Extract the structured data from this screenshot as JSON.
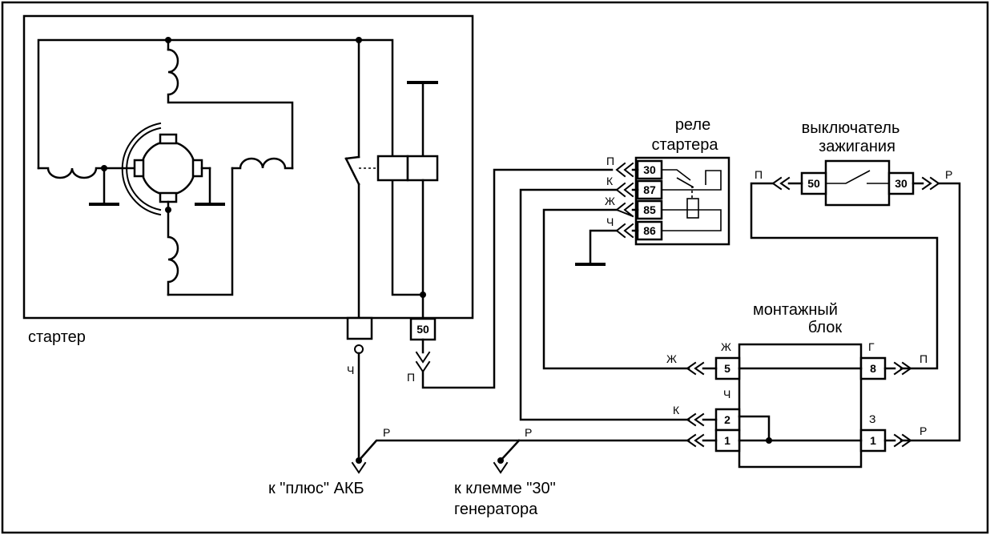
{
  "labels": {
    "starter": "стартер",
    "relay_line1": "реле",
    "relay_line2": "стартера",
    "ignition_line1": "выключатель",
    "ignition_line2": "зажигания",
    "block_line1": "монтажный",
    "block_line2": "блок",
    "battery": "к \"плюс\" АКБ",
    "gen_line1": "к клемме \"30\"",
    "gen_line2": "генератора"
  },
  "pins": {
    "starter_50": "50",
    "relay_30": "30",
    "relay_87": "87",
    "relay_85": "85",
    "relay_86": "86",
    "ign_50": "50",
    "ign_30": "30",
    "block_5": "5",
    "block_2": "2",
    "block_1_left": "1",
    "block_8": "8",
    "block_1_right": "1"
  },
  "wires": {
    "starter_batt": "Ч",
    "starter_50": "П",
    "batt_gen": "Р",
    "gen_block": "Р",
    "relay_30": "П",
    "relay_87": "К",
    "relay_85": "Ж",
    "relay_86": "Ч",
    "ign_left": "П",
    "ign_right": "Р",
    "block_in_5": "Ж",
    "block_top_5": "Ж",
    "block_ch": "Ч",
    "block_in_2": "К",
    "block_top_8": "Г",
    "block_out_8": "П",
    "block_top_1": "З",
    "block_out_1": "Р"
  }
}
